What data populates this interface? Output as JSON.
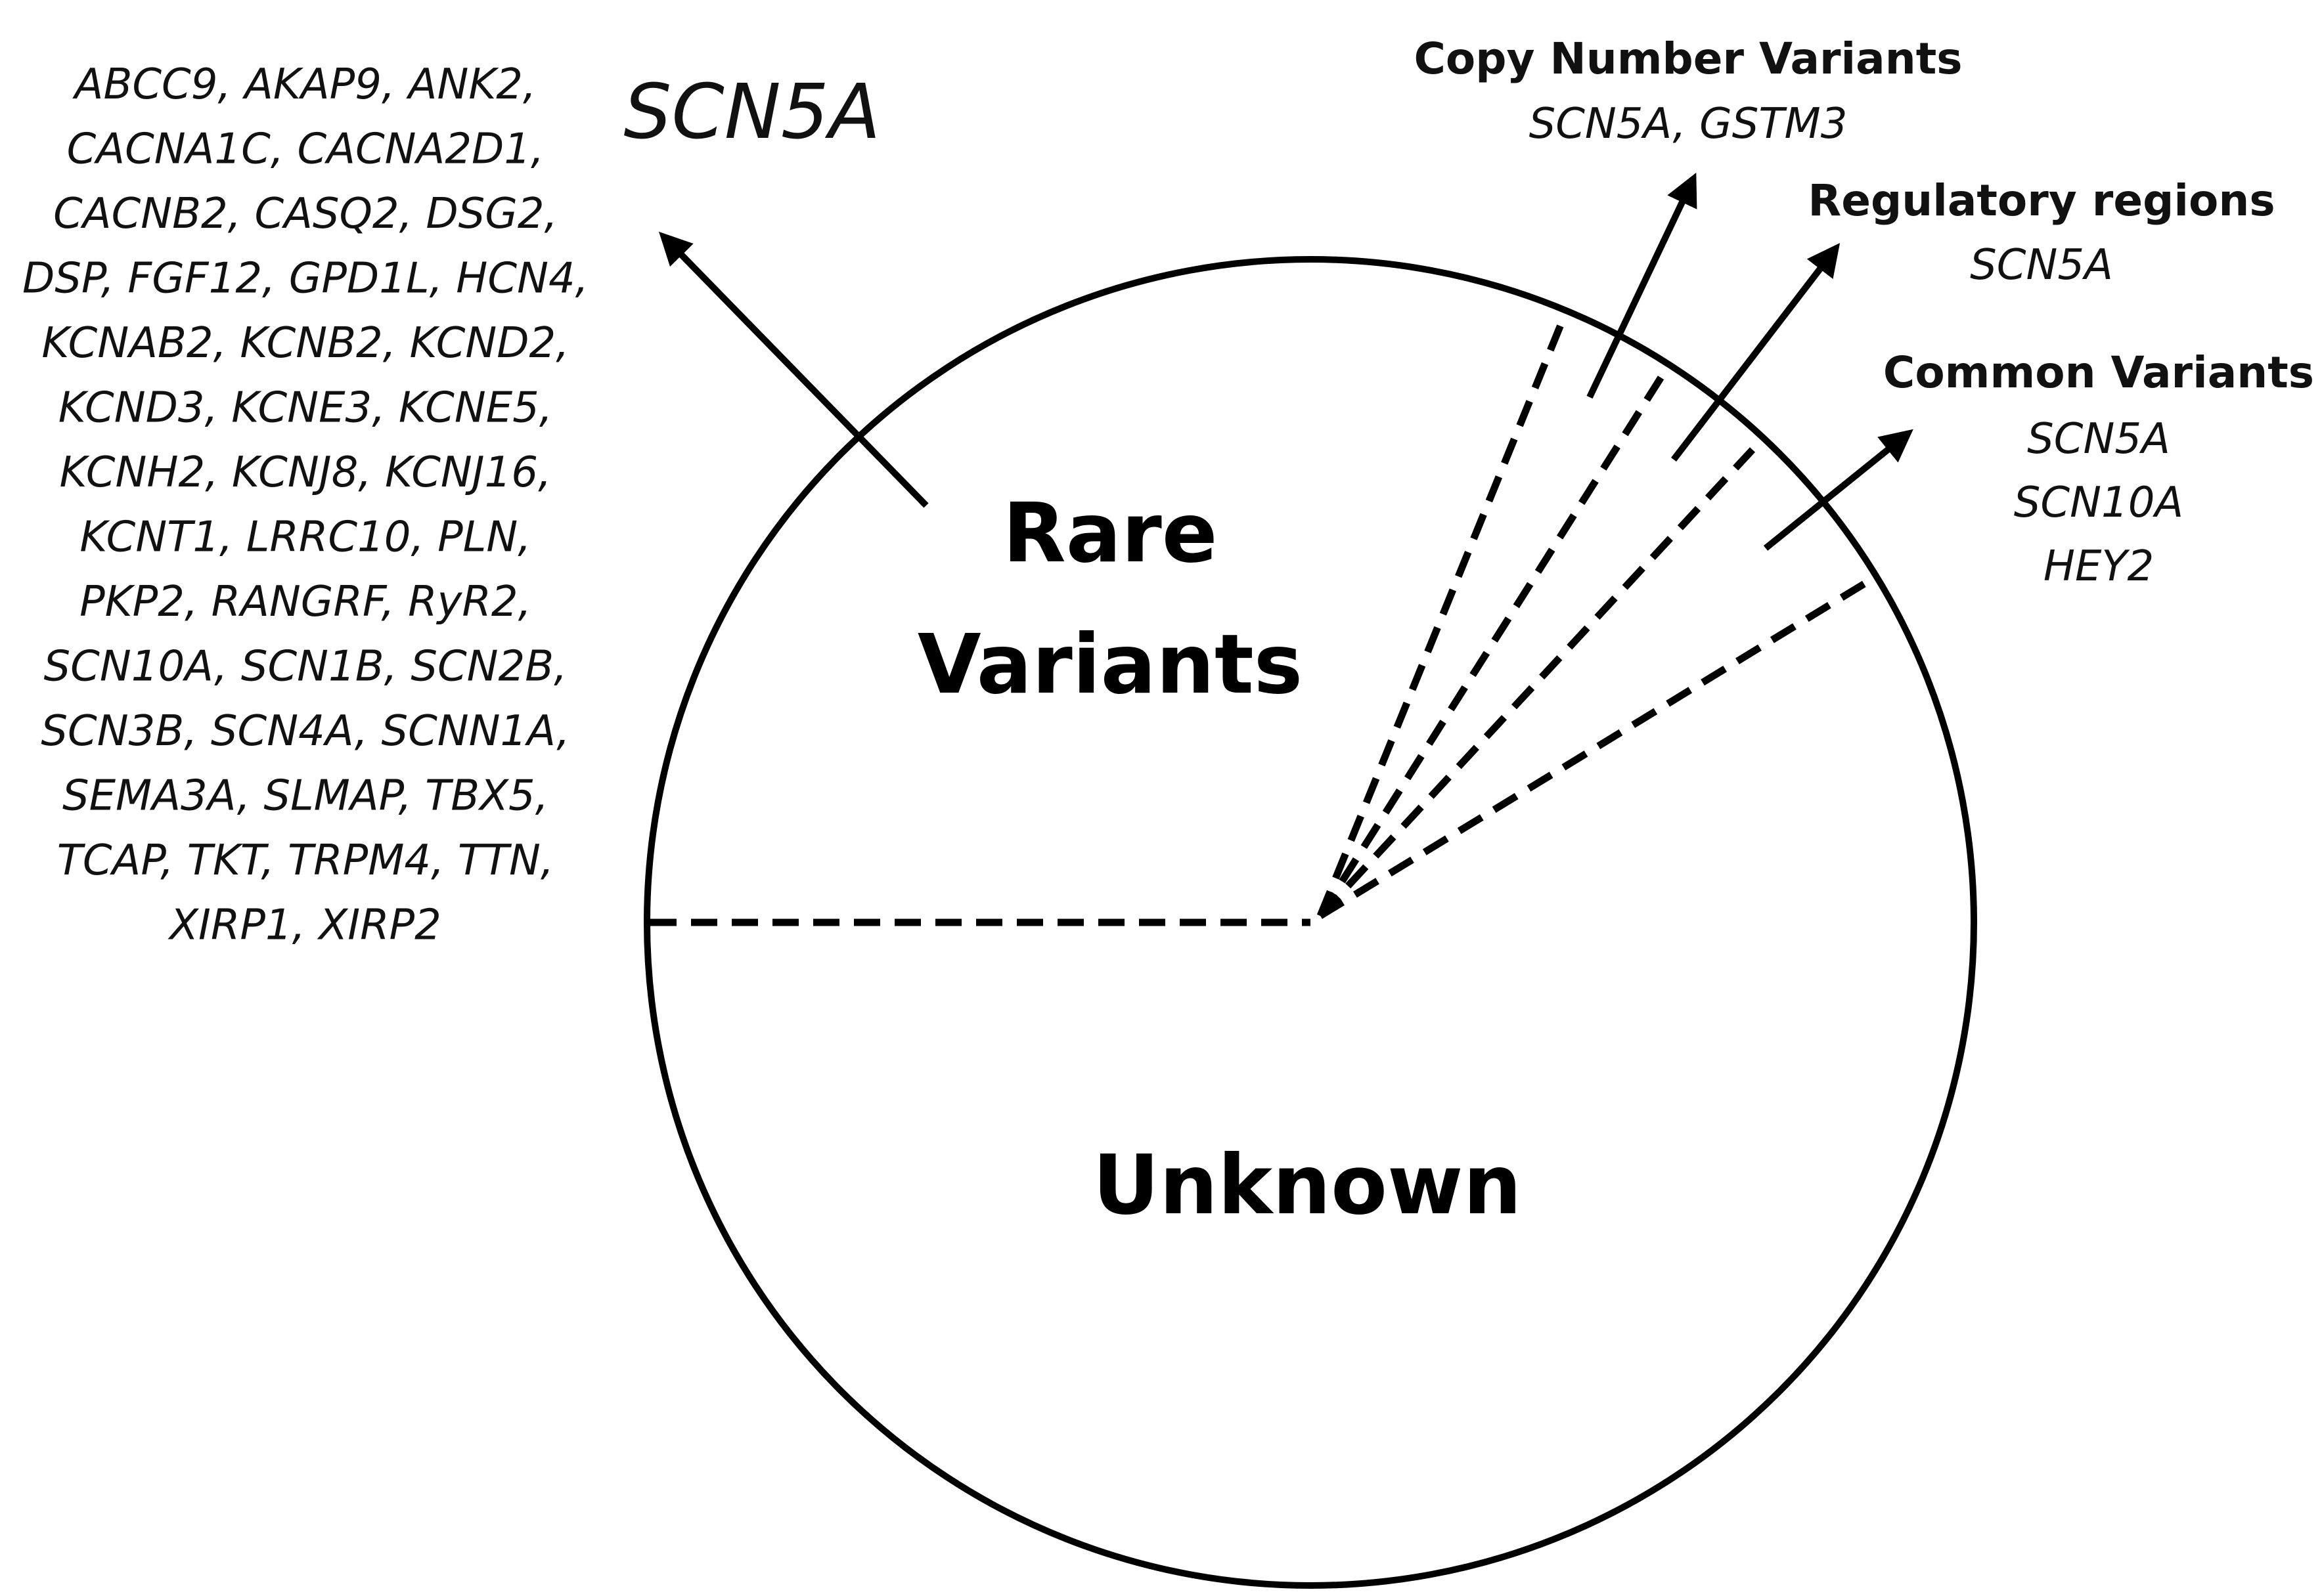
{
  "rare_variants": {
    "label_line1": "Rare",
    "label_line2": "Variants",
    "major_gene": "SCN5A",
    "minor_genes": [
      "ABCC9, AKAP9, ANK2,",
      "CACNA1C, CACNA2D1,",
      "CACNB2, CASQ2, DSG2,",
      "DSP, FGF12, GPD1L, HCN4,",
      "KCNAB2, KCNB2, KCND2,",
      "KCND3, KCNE3, KCNE5,",
      "KCNH2, KCNJ8, KCNJ16,",
      "KCNT1, LRRC10, PLN,",
      "PKP2, RANGRF, RyR2,",
      "SCN10A, SCN1B, SCN2B,",
      "SCN3B, SCN4A, SCNN1A,",
      "SEMA3A, SLMAP, TBX5,",
      "TCAP, TKT, TRPM4, TTN,",
      "XIRP1, XIRP2"
    ]
  },
  "copy_number_variants": {
    "title": "Copy Number Variants",
    "genes": "SCN5A, GSTM3"
  },
  "regulatory_regions": {
    "title": "Regulatory regions",
    "genes": "SCN5A"
  },
  "common_variants": {
    "title": "Common Variants",
    "genes": [
      "SCN5A",
      "SCN10A",
      "HEY2"
    ]
  },
  "unknown": {
    "label": "Unknown"
  },
  "colors": {
    "line": "#000000",
    "text": "#111111",
    "background": "#ffffff"
  }
}
